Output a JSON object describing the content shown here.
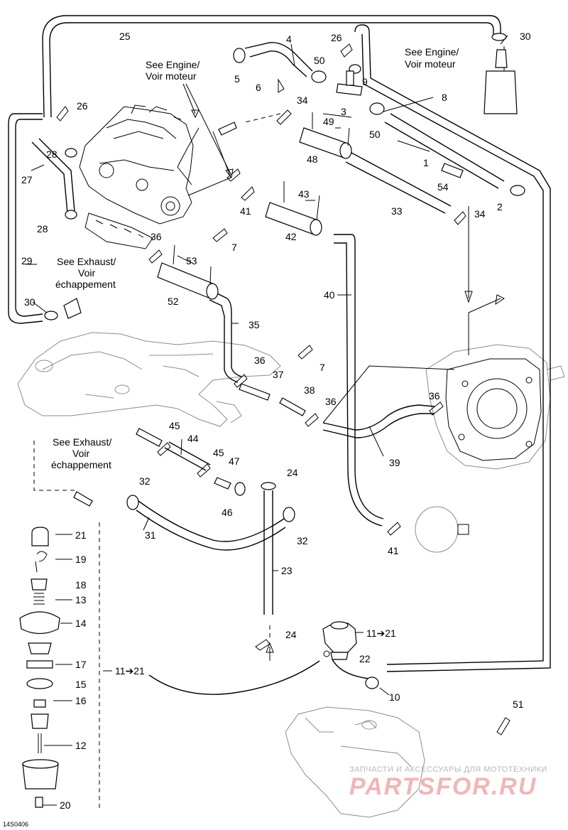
{
  "diagram": {
    "notes": {
      "engine_top_1": "See Engine/",
      "engine_top_2": "Voir moteur",
      "engine_right_1": "See Engine/",
      "engine_right_2": "Voir moteur",
      "exhaust_left_1": "See Exhaust/",
      "exhaust_left_2": "Voir",
      "exhaust_left_3": "échappement",
      "exhaust_mid_1": "See Exhaust/",
      "exhaust_mid_2": "Voir",
      "exhaust_mid_3": "échappement"
    },
    "labels": {
      "p25": "25",
      "p26a": "26",
      "p4": "4",
      "p30a": "30",
      "p50a": "50",
      "p5": "5",
      "p6": "6",
      "p9": "9",
      "p8": "8",
      "p34a": "34",
      "p26b": "26",
      "p49": "49",
      "p3": "3",
      "p50b": "50",
      "p28a": "28",
      "p27": "27",
      "p48": "48",
      "p1": "1",
      "p54": "54",
      "p43": "43",
      "p41a": "41",
      "p33": "33",
      "p2": "2",
      "p34b": "34",
      "p28b": "28",
      "p42": "42",
      "p36a": "36",
      "p7a": "7",
      "p29": "29",
      "p53": "53",
      "p52": "52",
      "p30b": "30",
      "p40": "40",
      "p35": "35",
      "p7b": "7",
      "p36b": "36",
      "p37": "37",
      "p38": "38",
      "p36c": "36",
      "p36d": "36",
      "p45a": "45",
      "p44": "44",
      "p45b": "45",
      "p47": "47",
      "p39": "39",
      "p24a": "24",
      "p32a": "32",
      "p46": "46",
      "p31": "31",
      "p32b": "32",
      "p41b": "41",
      "p21": "21",
      "p19": "19",
      "p18": "18",
      "p13": "13",
      "p14": "14",
      "p23": "23",
      "p11a": "11➔21",
      "p22": "22",
      "p24b": "24",
      "p17": "17",
      "p11b": "11➔21",
      "p15": "15",
      "p16": "16",
      "p10": "10",
      "p51": "51",
      "p12": "12",
      "p20": "20"
    },
    "figure_code": "14S0406",
    "watermark_line": "ЗАПЧАСТИ И АКСЕССУАРЫ ДЛЯ МОТОТЕХНИКИ",
    "watermark_logo": "PARTSFOR.RU"
  }
}
